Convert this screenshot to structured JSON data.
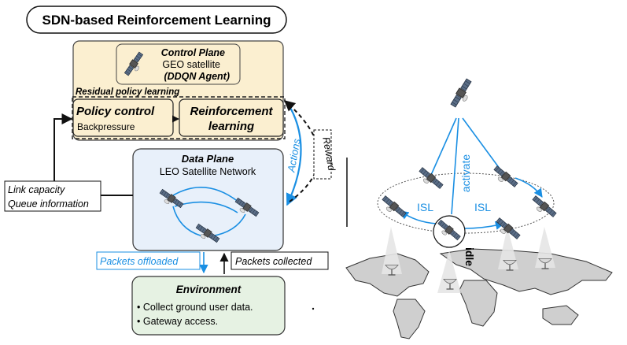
{
  "title": "SDN-based Reinforcement Learning",
  "control_plane": {
    "title": "Control Plane",
    "line1": "GEO satellite",
    "line2": "(DDQN Agent)",
    "residual_label": "Residual policy learning",
    "policy_control": "Policy control",
    "policy_sub": "Backpressure",
    "rl_line1": "Reinforcement",
    "rl_line2": "learning"
  },
  "data_plane": {
    "title": "Data Plane",
    "subtitle": "LEO Satellite Network"
  },
  "environment": {
    "title": "Environment",
    "items": [
      "Collect ground user data.",
      "Gateway access."
    ]
  },
  "labels": {
    "actions": "Actions",
    "reward": "Reward",
    "link_capacity": "Link capacity",
    "queue_information": "Queue information",
    "packets_offloaded": "Packets offloaded",
    "packets_collected": "Packets collected",
    "activate": "activate",
    "isl_left": "ISL",
    "isl_right": "ISL",
    "idle": "idle"
  },
  "colors": {
    "accent_blue": "#1a8fe3",
    "control_fill": "#fbefd0",
    "data_fill": "#e8f0fa",
    "env_fill": "#e6f2e3",
    "land": "#cfcfcf",
    "beam": "#e4e4e4"
  }
}
